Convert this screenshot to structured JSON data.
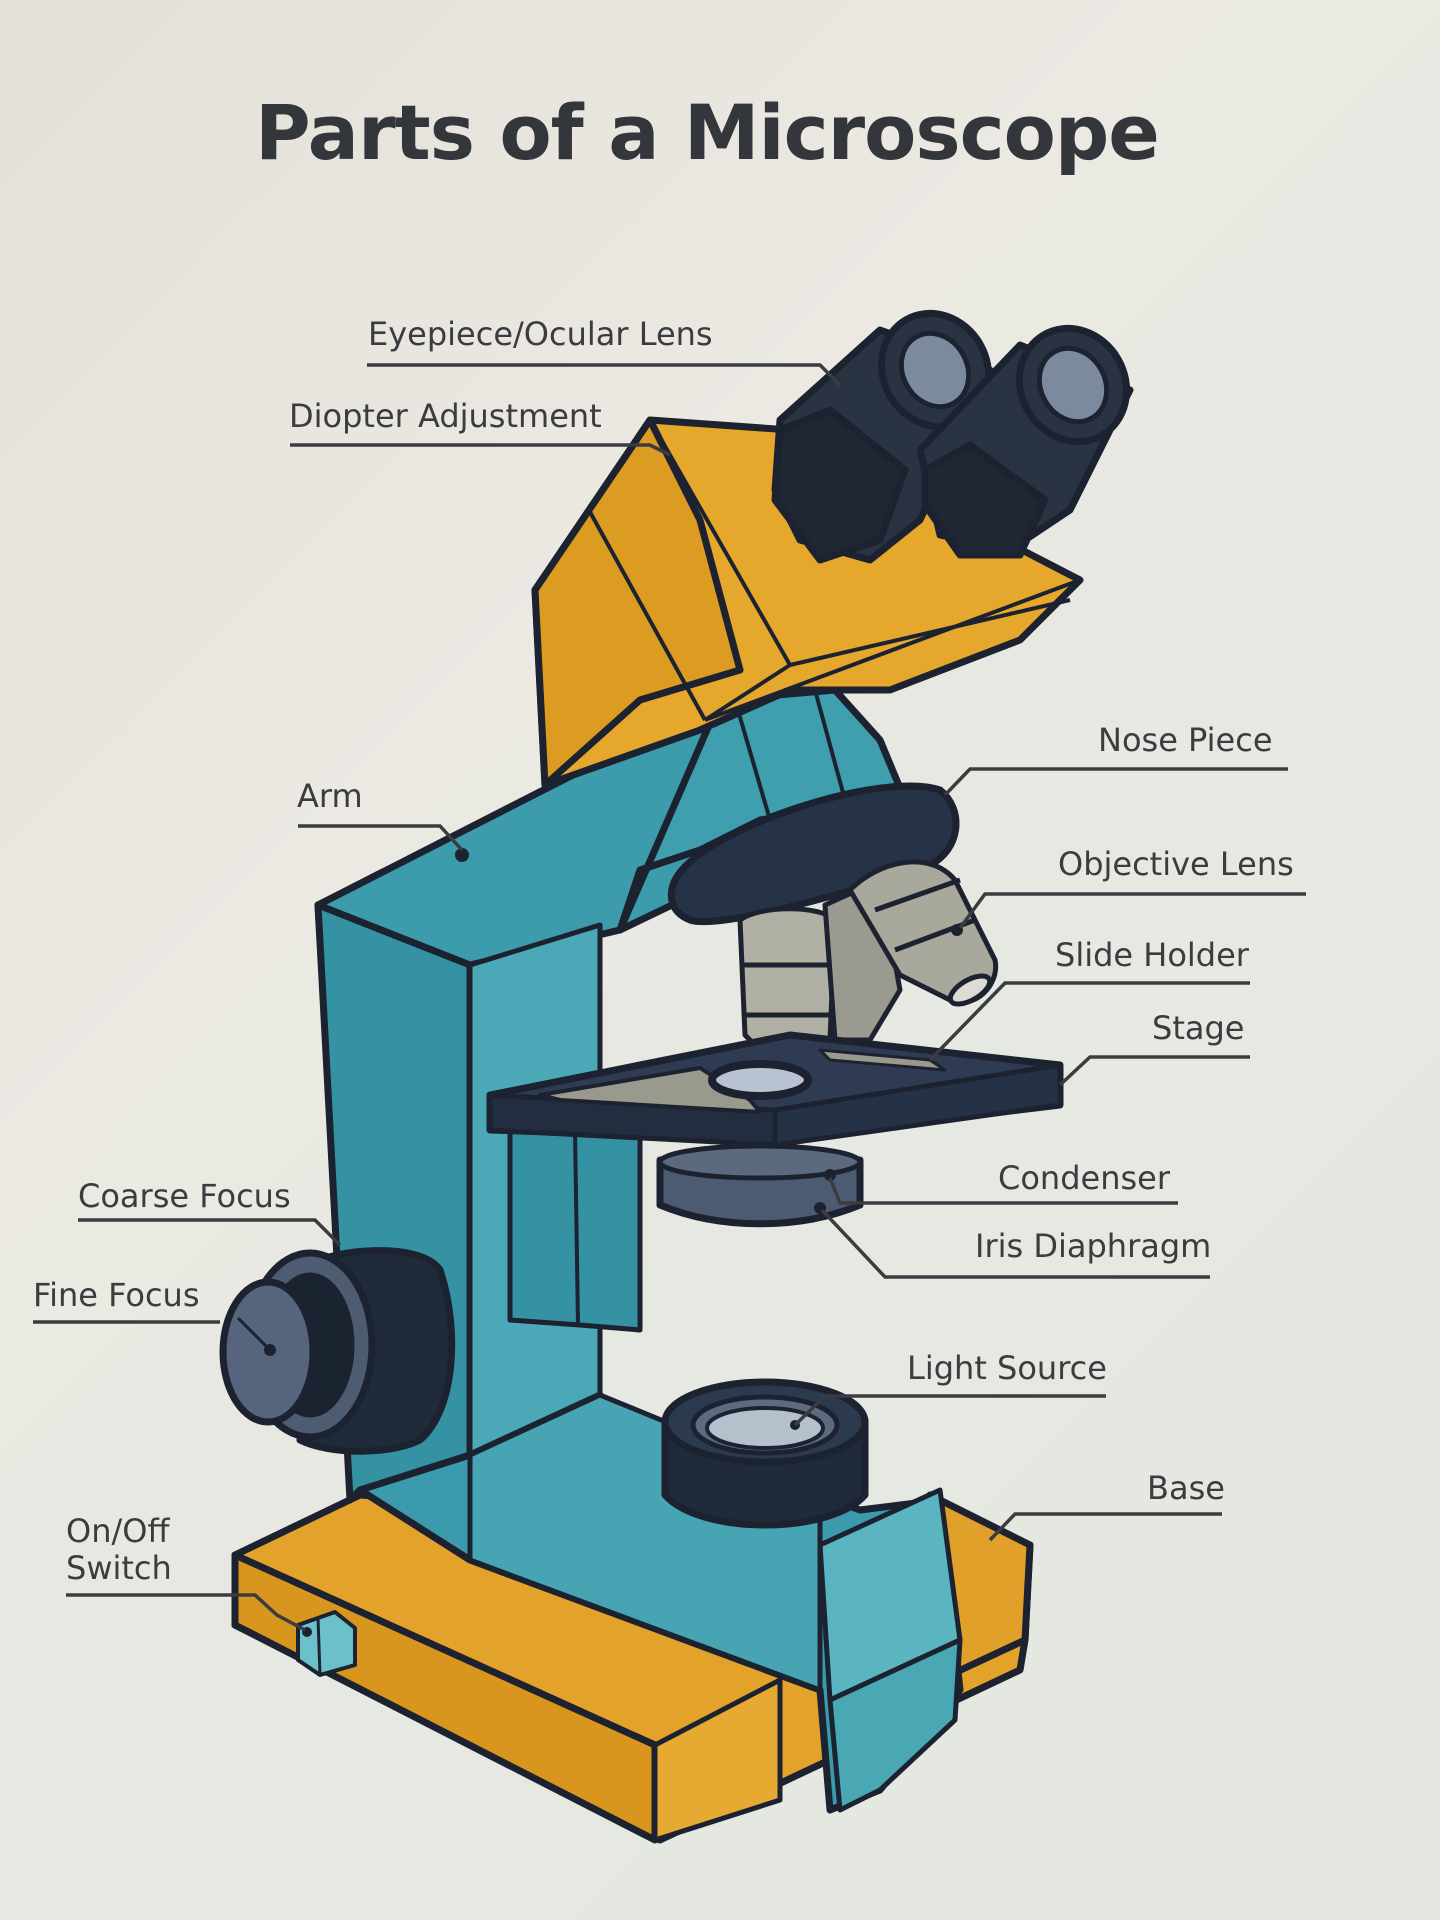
{
  "title": "Parts of a Microscope",
  "colors": {
    "background": "#e6e5de",
    "body_teal": "#3a9aab",
    "body_teal_light": "#5db6c2",
    "head_yellow": "#e6a82c",
    "dark_navy": "#1f2c3d",
    "steel": "#4a5870",
    "objective_grey": "#a9a89d",
    "outline": "#1c2230",
    "label_text": "#3a3c40"
  },
  "labels": {
    "eyepiece": "Eyepiece/Ocular Lens",
    "diopter": "Diopter Adjustment",
    "arm": "Arm",
    "nose_piece": "Nose Piece",
    "objective_lens": "Objective Lens",
    "slide_holder": "Slide Holder",
    "stage": "Stage",
    "coarse_focus": "Coarse Focus",
    "fine_focus": "Fine Focus",
    "condenser": "Condenser",
    "iris_diaphragm": "Iris Diaphragm",
    "light_source": "Light Source",
    "base": "Base",
    "on_off_line1": "On/Off",
    "on_off_line2": "Switch"
  }
}
